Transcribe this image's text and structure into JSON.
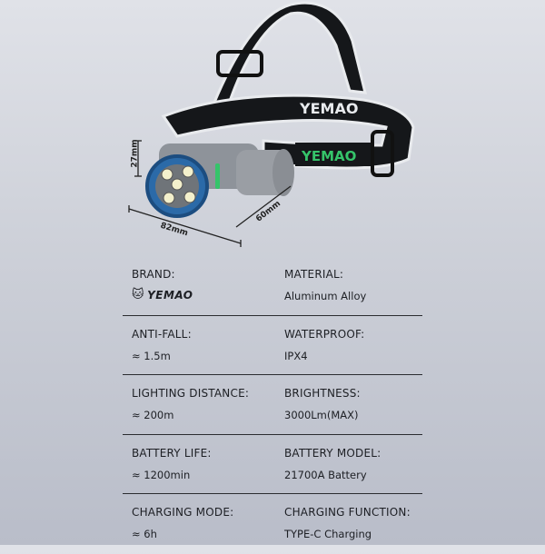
{
  "product": {
    "dimensions": {
      "height": "27mm",
      "length": "82mm",
      "depth": "60mm"
    },
    "strap_text": "YEMAO",
    "colors": {
      "strap": "#141618",
      "strap_edge": "#e8eaec",
      "accent_green": "#35c46a",
      "bezel_blue": "#2b6aa8",
      "body": "#8e939a"
    }
  },
  "specs": [
    {
      "left": {
        "label": "BRAND:",
        "logo": "YEMAO"
      },
      "right": {
        "label": "MATERIAL:",
        "value": "Aluminum Alloy"
      }
    },
    {
      "left": {
        "label": "ANTI-FALL:",
        "value": "≈ 1.5m"
      },
      "right": {
        "label": "WATERPROOF:",
        "value": "IPX4"
      }
    },
    {
      "left": {
        "label": "LIGHTING DISTANCE:",
        "value": "≈ 200m"
      },
      "right": {
        "label": "BRIGHTNESS:",
        "value": "3000Lm(MAX)"
      }
    },
    {
      "left": {
        "label": "BATTERY LIFE:",
        "value": "≈ 1200min"
      },
      "right": {
        "label": "BATTERY MODEL:",
        "value": "21700A Battery"
      }
    },
    {
      "left": {
        "label": "CHARGING MODE:",
        "value": "≈ 6h"
      },
      "right": {
        "label": "CHARGING FUNCTION:",
        "value": "TYPE-C Charging"
      }
    }
  ]
}
